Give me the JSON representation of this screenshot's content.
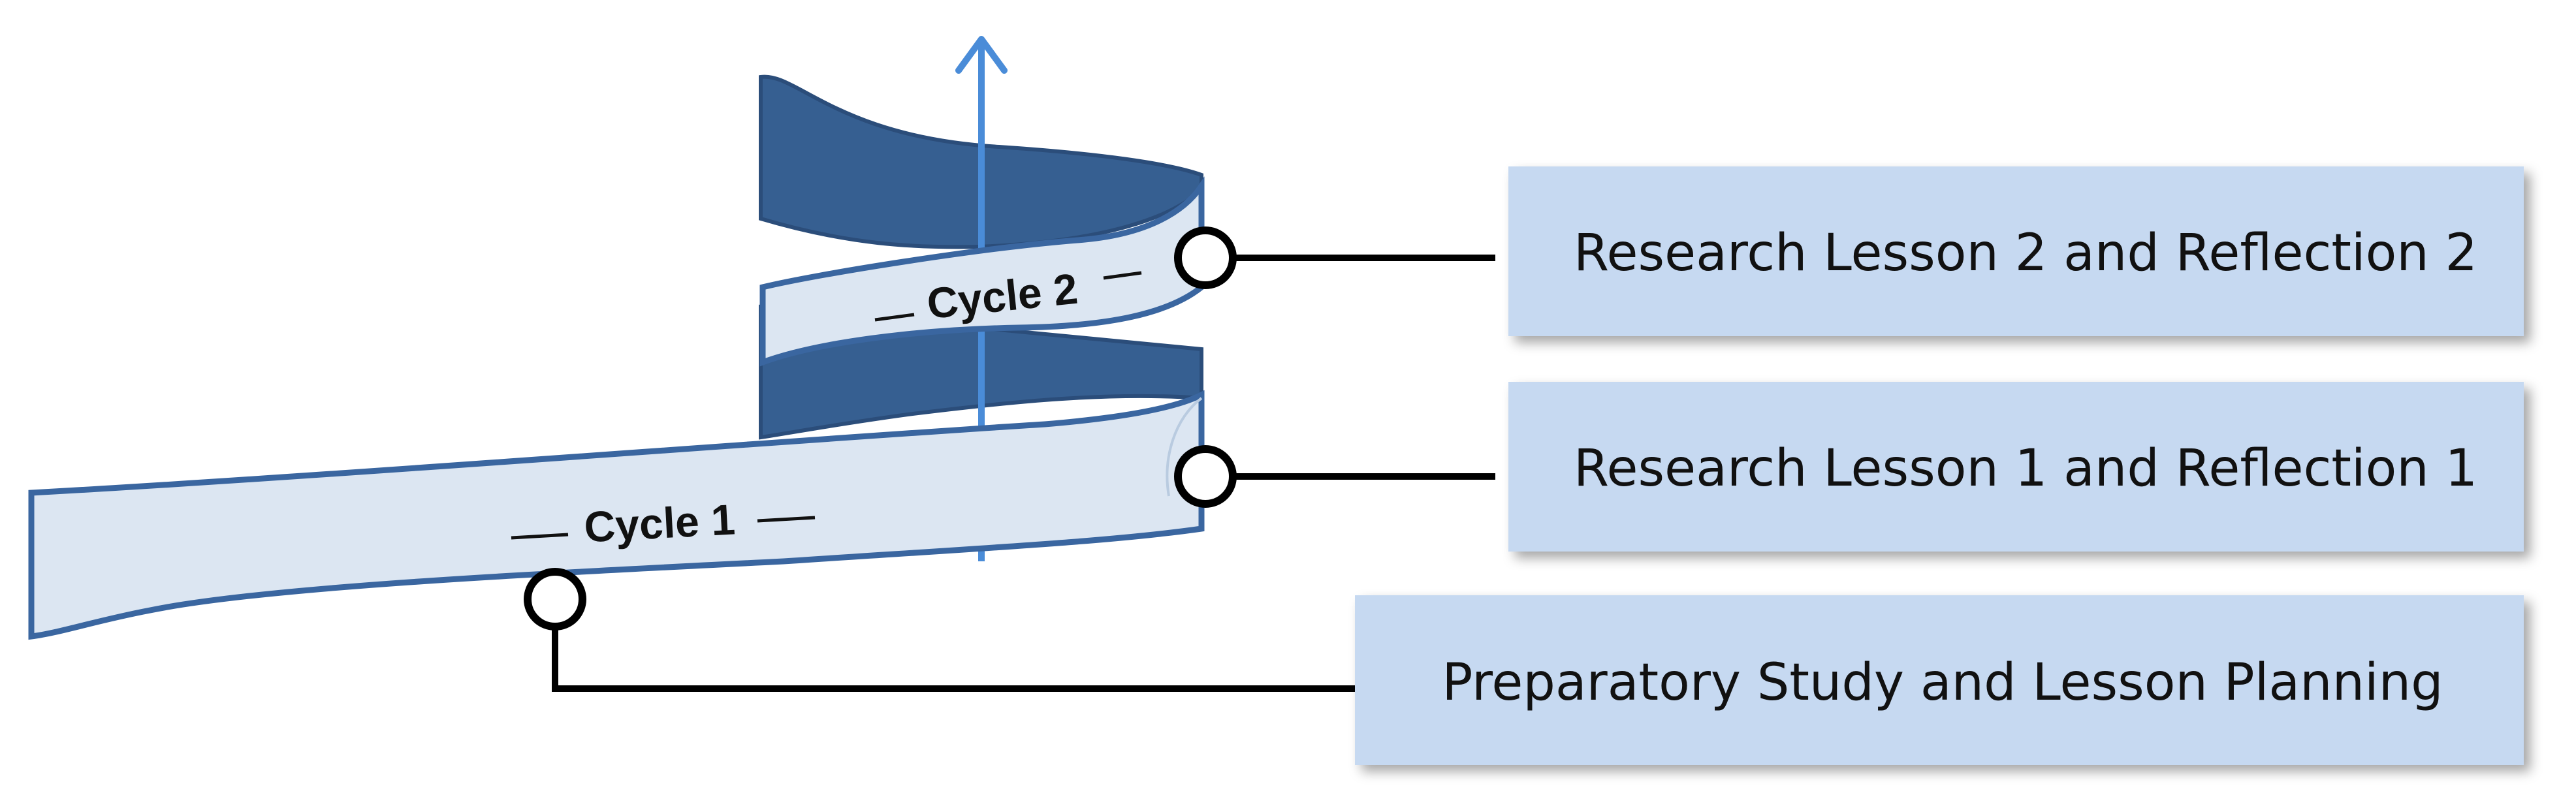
{
  "cycles": [
    {
      "label": "Cycle 1"
    },
    {
      "label": "Cycle 2"
    }
  ],
  "boxes": [
    {
      "text": "Research Lesson 2 and Reflection 2"
    },
    {
      "text": "Research Lesson 1 and Reflection 1"
    },
    {
      "text": "Preparatory Study and Lesson Planning"
    }
  ],
  "colors": {
    "ribbon_front": "#dce6f2",
    "ribbon_back": "#365f91",
    "ribbon_edge": "#3a66a0",
    "box_fill": "#c6d9f1",
    "arrow": "#4a8cd8",
    "connector": "#000000"
  }
}
